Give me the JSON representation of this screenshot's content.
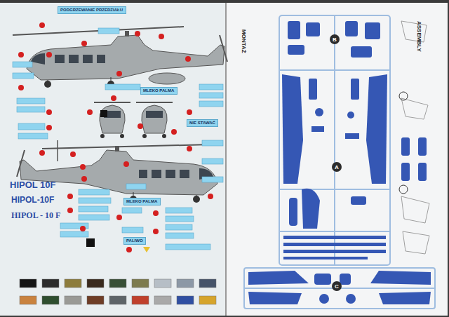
{
  "diagram": {
    "nodes": [
      {
        "text": [
          "PODGRZEWANIE PRZEDZIAŁU"
        ]
      },
      {
        "text": [
          "MLEKO PALMA"
        ]
      },
      {
        "text": [
          "NIE STAWAĆ"
        ]
      },
      {
        "text": [
          "MLEKO PALMA"
        ]
      },
      {
        "text": [
          "PALIWO"
        ]
      }
    ],
    "labels": [
      "HIPOL 10F",
      "HIPOL-10F",
      "HIPOL - 10 F",
      "MONTAŻ",
      "ASSEMBLY",
      "B",
      "A",
      "C"
    ]
  }
}
